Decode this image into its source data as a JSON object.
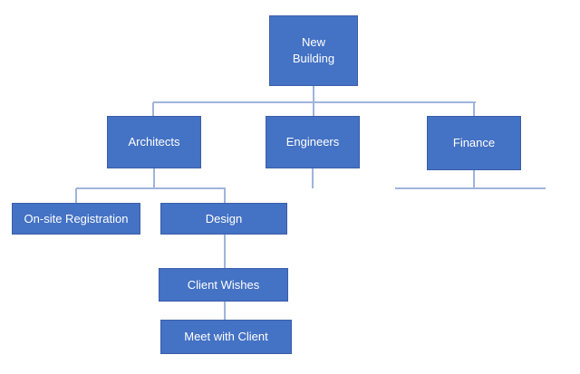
{
  "diagram": {
    "type": "org-chart",
    "colors": {
      "box_fill": "#4472C4",
      "box_border": "#3B5EA9",
      "connector": "#9FB4DC",
      "text": "#FFFFFF",
      "background": "#FFFFFF"
    },
    "nodes": [
      {
        "id": "new-building",
        "label": "New Building",
        "level": 0,
        "parent": null
      },
      {
        "id": "architects",
        "label": "Architects",
        "level": 1,
        "parent": "new-building"
      },
      {
        "id": "engineers",
        "label": "Engineers",
        "level": 1,
        "parent": "new-building"
      },
      {
        "id": "finance",
        "label": "Finance",
        "level": 1,
        "parent": "new-building"
      },
      {
        "id": "on-site-registration",
        "label": "On-site Registration",
        "level": 2,
        "parent": "architects"
      },
      {
        "id": "design",
        "label": "Design",
        "level": 2,
        "parent": "architects"
      },
      {
        "id": "client-wishes",
        "label": "Client Wishes",
        "level": 3,
        "parent": "design"
      },
      {
        "id": "meet-with-client",
        "label": "Meet with Client",
        "level": 4,
        "parent": "client-wishes"
      }
    ]
  }
}
